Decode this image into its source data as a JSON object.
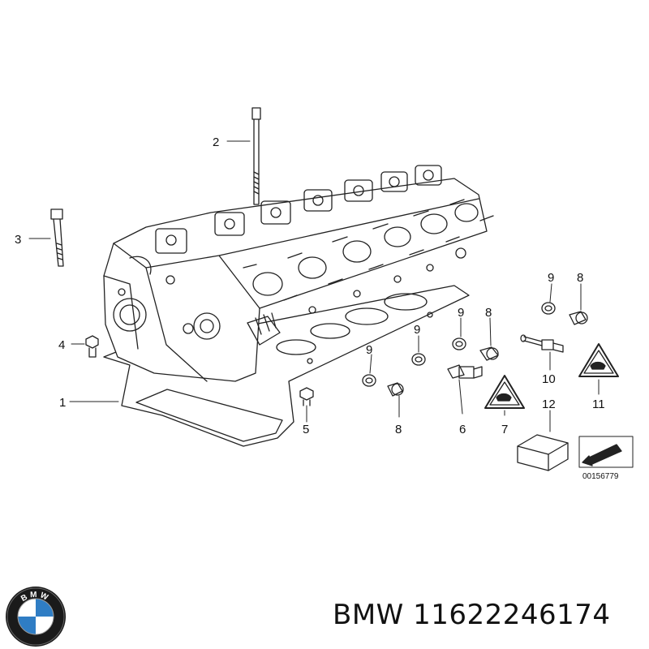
{
  "diagram": {
    "callouts": {
      "c1": "1",
      "c2": "2",
      "c3": "3",
      "c4": "4",
      "c5": "5",
      "c6": "6",
      "c7": "7",
      "c8a": "8",
      "c8b": "8",
      "c8c": "8",
      "c9a": "9",
      "c9b": "9",
      "c9c": "9",
      "c9d": "9",
      "c10": "10",
      "c11": "11",
      "c12": "12"
    },
    "reference_number": "00156779"
  },
  "footer": {
    "logo_letters": "BMW",
    "brand": "BMW",
    "part_number": "11622246174",
    "part_label": "BMW 11622246174"
  },
  "colors": {
    "line": "#222222",
    "logo_blue": "#2f7dc4",
    "logo_ring": "#1a1a1a",
    "background": "#ffffff"
  }
}
